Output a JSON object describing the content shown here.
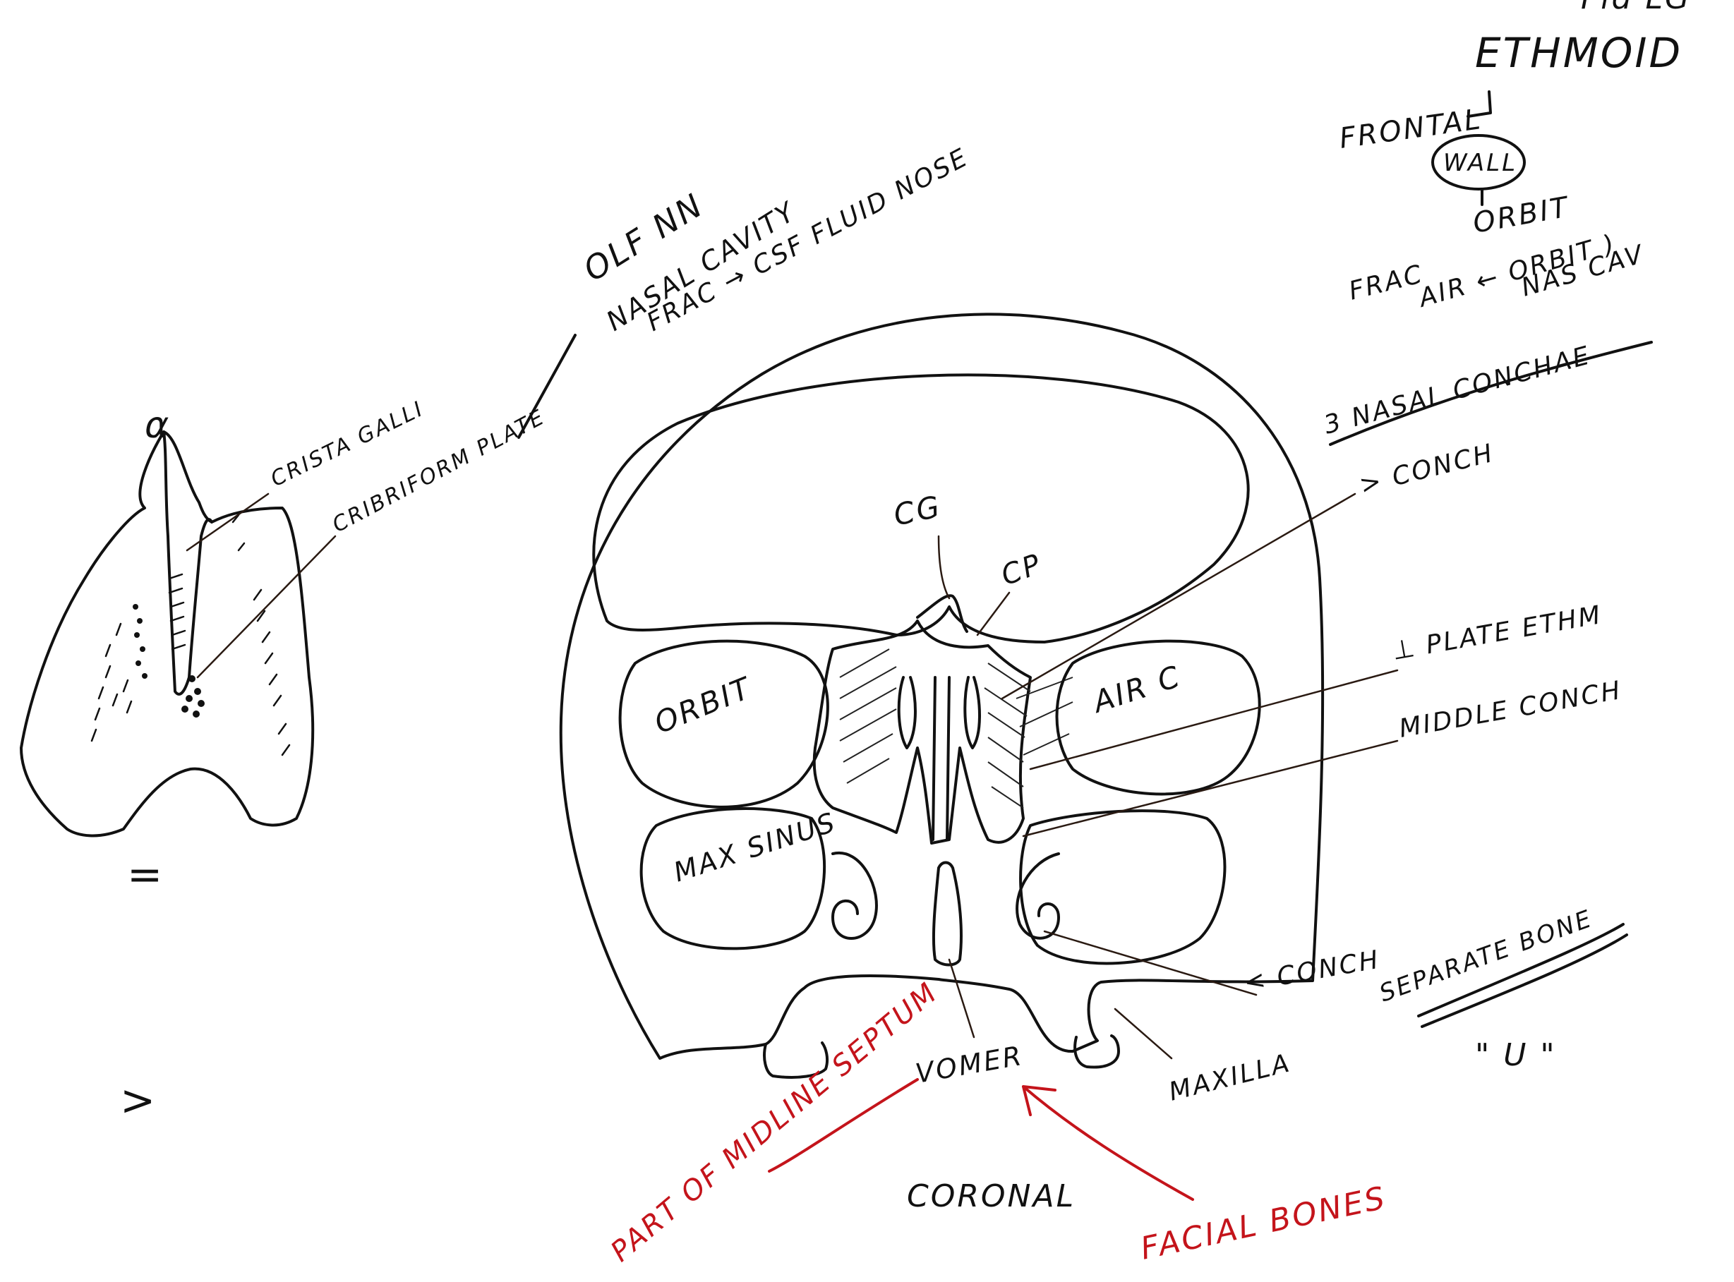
{
  "colors": {
    "ink": "#111111",
    "red_ink": "#c4141b",
    "paper": "#ffffff"
  },
  "top_right_notes": {
    "corner_fragment": "Fid LG",
    "title": "ETHMOID",
    "frontal": "FRONTAL",
    "wall": "WALL",
    "orbit": "ORBIT",
    "frac": "FRAC",
    "air_orbit": "AIR ← ORBIT )",
    "nas_cav": "NAS CAV",
    "nasal_conchae": "3 NASAL CONCHAE"
  },
  "top_notes": {
    "olf_nn": "OLF NN",
    "nasal_cavity": "NASAL CAVITY",
    "frac_csf": "FRAC → CSF FLUID NOSE"
  },
  "left_figure": {
    "alpha": "α",
    "equals": "=",
    "crista_galli": "CRISTA GALLI",
    "cribriform_plate": "CRIBRIFORM PLATE",
    "arrow_mark": ">"
  },
  "coronal_labels": {
    "cg": "CG",
    "cp": "CP",
    "orbit": "ORBIT",
    "air_cells": "AIR C",
    "max_sinus": "MAX SINUS",
    "sup_concha": "> CONCH",
    "perp_plate": "⊥ PLATE ETHM",
    "middle_concha": "MIDDLE CONCH",
    "inf_concha": "< CONCH",
    "separate_bone": "SEPARATE BONE",
    "u_mark": "\" U \"",
    "maxilla": "MAXILLA",
    "vomer": "VOMER",
    "coronal": "CORONAL"
  },
  "red_notes": {
    "part_of_septum": "PART OF MIDLINE SEPTUM",
    "facial_bones": "FACIAL BONES"
  }
}
